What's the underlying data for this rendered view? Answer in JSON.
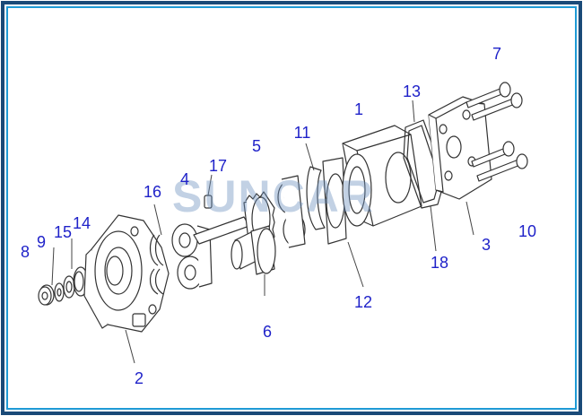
{
  "watermark": "SUNCAR",
  "callouts": [
    "1",
    "2",
    "3",
    "4",
    "5",
    "6",
    "7",
    "8",
    "9",
    "10",
    "11",
    "12",
    "13",
    "14",
    "15",
    "16",
    "17",
    "18"
  ],
  "colors": {
    "callout": "#1f22c9",
    "frame_outer": "#1a4a78",
    "frame_inner": "#1f9ad6",
    "line_art": "#333333",
    "watermark": "#6e91be"
  }
}
